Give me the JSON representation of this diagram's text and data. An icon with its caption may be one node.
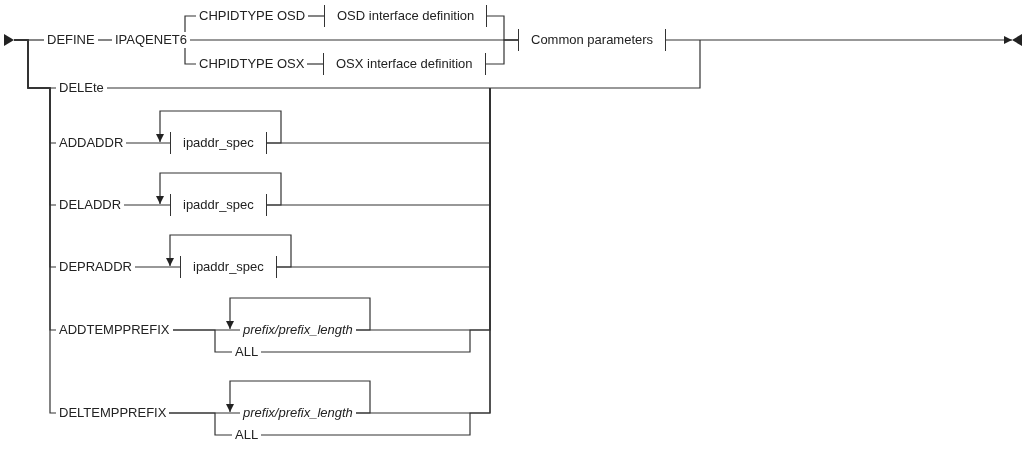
{
  "diagram": {
    "nodes": [
      {
        "text": [
          "DEFINE"
        ]
      },
      {
        "text": [
          "IPAQENET6"
        ]
      },
      {
        "text": [
          "CHPIDTYPE OSD"
        ]
      },
      {
        "text": [
          "OSD interface definition"
        ]
      },
      {
        "text": [
          "CHPIDTYPE OSX"
        ]
      },
      {
        "text": [
          "OSX interface definition"
        ]
      },
      {
        "text": [
          "Common parameters"
        ]
      },
      {
        "text": [
          "DELEte"
        ]
      },
      {
        "text": [
          "ADDADDR"
        ]
      },
      {
        "text": [
          "ipaddr_spec"
        ]
      },
      {
        "text": [
          "DELADDR"
        ]
      },
      {
        "text": [
          "ipaddr_spec"
        ]
      },
      {
        "text": [
          "DEPRADDR"
        ]
      },
      {
        "text": [
          "ipaddr_spec"
        ]
      },
      {
        "text": [
          "ADDTEMPPREFIX"
        ]
      },
      {
        "text": [
          "prefix/prefix_length"
        ]
      },
      {
        "text": [
          "ALL"
        ]
      },
      {
        "text": [
          "DELTEMPPREFIX"
        ]
      },
      {
        "text": [
          "prefix/prefix_length"
        ]
      },
      {
        "text": [
          "ALL"
        ]
      },
      {
        "text": [],
        "shape": "triangle"
      },
      {
        "text": [],
        "shape": "triangle"
      }
    ],
    "edges": [
      {
        "from": 20,
        "to": 0,
        "arrow": "none"
      },
      {
        "from": 20,
        "to": 7,
        "arrow": "none"
      },
      {
        "from": 20,
        "to": 8,
        "arrow": "none"
      },
      {
        "from": 20,
        "to": 10,
        "arrow": "none"
      },
      {
        "from": 20,
        "to": 12,
        "arrow": "none"
      },
      {
        "from": 20,
        "to": 14,
        "arrow": "none"
      },
      {
        "from": 20,
        "to": 17,
        "arrow": "none"
      },
      {
        "from": 0,
        "to": 1,
        "arrow": "none"
      },
      {
        "from": 1,
        "to": 2,
        "arrow": "none"
      },
      {
        "from": 1,
        "to": 4,
        "arrow": "none"
      },
      {
        "from": 1,
        "to": 6,
        "arrow": "none"
      },
      {
        "from": 2,
        "to": 3,
        "arrow": "none"
      },
      {
        "from": 4,
        "to": 5,
        "arrow": "none"
      },
      {
        "from": 3,
        "to": 6,
        "arrow": "none"
      },
      {
        "from": 5,
        "to": 6,
        "arrow": "none"
      },
      {
        "from": 6,
        "to": 21,
        "arrow": "to"
      },
      {
        "from": 7,
        "to": null,
        "arrow": "none"
      },
      {
        "from": 8,
        "to": 9,
        "arrow": "none"
      },
      {
        "from": 9,
        "to": 9,
        "arrow": "to"
      },
      {
        "from": 9,
        "to": null,
        "arrow": "none"
      },
      {
        "from": 10,
        "to": 11,
        "arrow": "none"
      },
      {
        "from": 11,
        "to": 11,
        "arrow": "to"
      },
      {
        "from": 11,
        "to": null,
        "arrow": "none"
      },
      {
        "from": 12,
        "to": 13,
        "arrow": "none"
      },
      {
        "from": 13,
        "to": 13,
        "arrow": "to"
      },
      {
        "from": 13,
        "to": null,
        "arrow": "none"
      },
      {
        "from": 14,
        "to": 15,
        "arrow": "none"
      },
      {
        "from": 14,
        "to": 16,
        "arrow": "none"
      },
      {
        "from": 15,
        "to": 15,
        "arrow": "to"
      },
      {
        "from": 15,
        "to": null,
        "arrow": "none"
      },
      {
        "from": 16,
        "to": null,
        "arrow": "none"
      },
      {
        "from": 17,
        "to": 18,
        "arrow": "none"
      },
      {
        "from": 17,
        "to": 19,
        "arrow": "none"
      },
      {
        "from": 18,
        "to": 18,
        "arrow": "to"
      },
      {
        "from": 18,
        "to": null,
        "arrow": "none"
      },
      {
        "from": 19,
        "to": null,
        "arrow": "none"
      }
    ]
  }
}
